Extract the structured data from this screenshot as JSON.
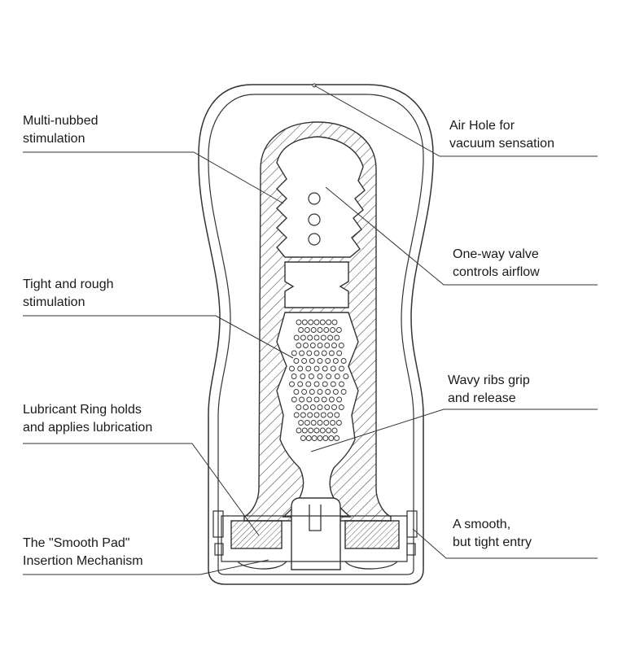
{
  "labels": {
    "multi_nubbed": [
      "Multi-nubbed",
      "stimulation"
    ],
    "air_hole": [
      "Air Hole for",
      "vacuum sensation"
    ],
    "valve": [
      "One-way valve",
      "controls airflow"
    ],
    "tight_rough": [
      "Tight and rough",
      "stimulation"
    ],
    "wavy_ribs": [
      "Wavy ribs grip",
      "and release"
    ],
    "lube_ring": [
      "Lubricant Ring holds",
      "and applies lubrication"
    ],
    "smooth_entry": [
      "A smooth,",
      "but tight entry"
    ],
    "smooth_pad": [
      "The \"Smooth Pad\"",
      "Insertion Mechanism"
    ]
  },
  "colors": {
    "line": "#333333",
    "text": "#1a1a1a",
    "background": "#ffffff"
  }
}
